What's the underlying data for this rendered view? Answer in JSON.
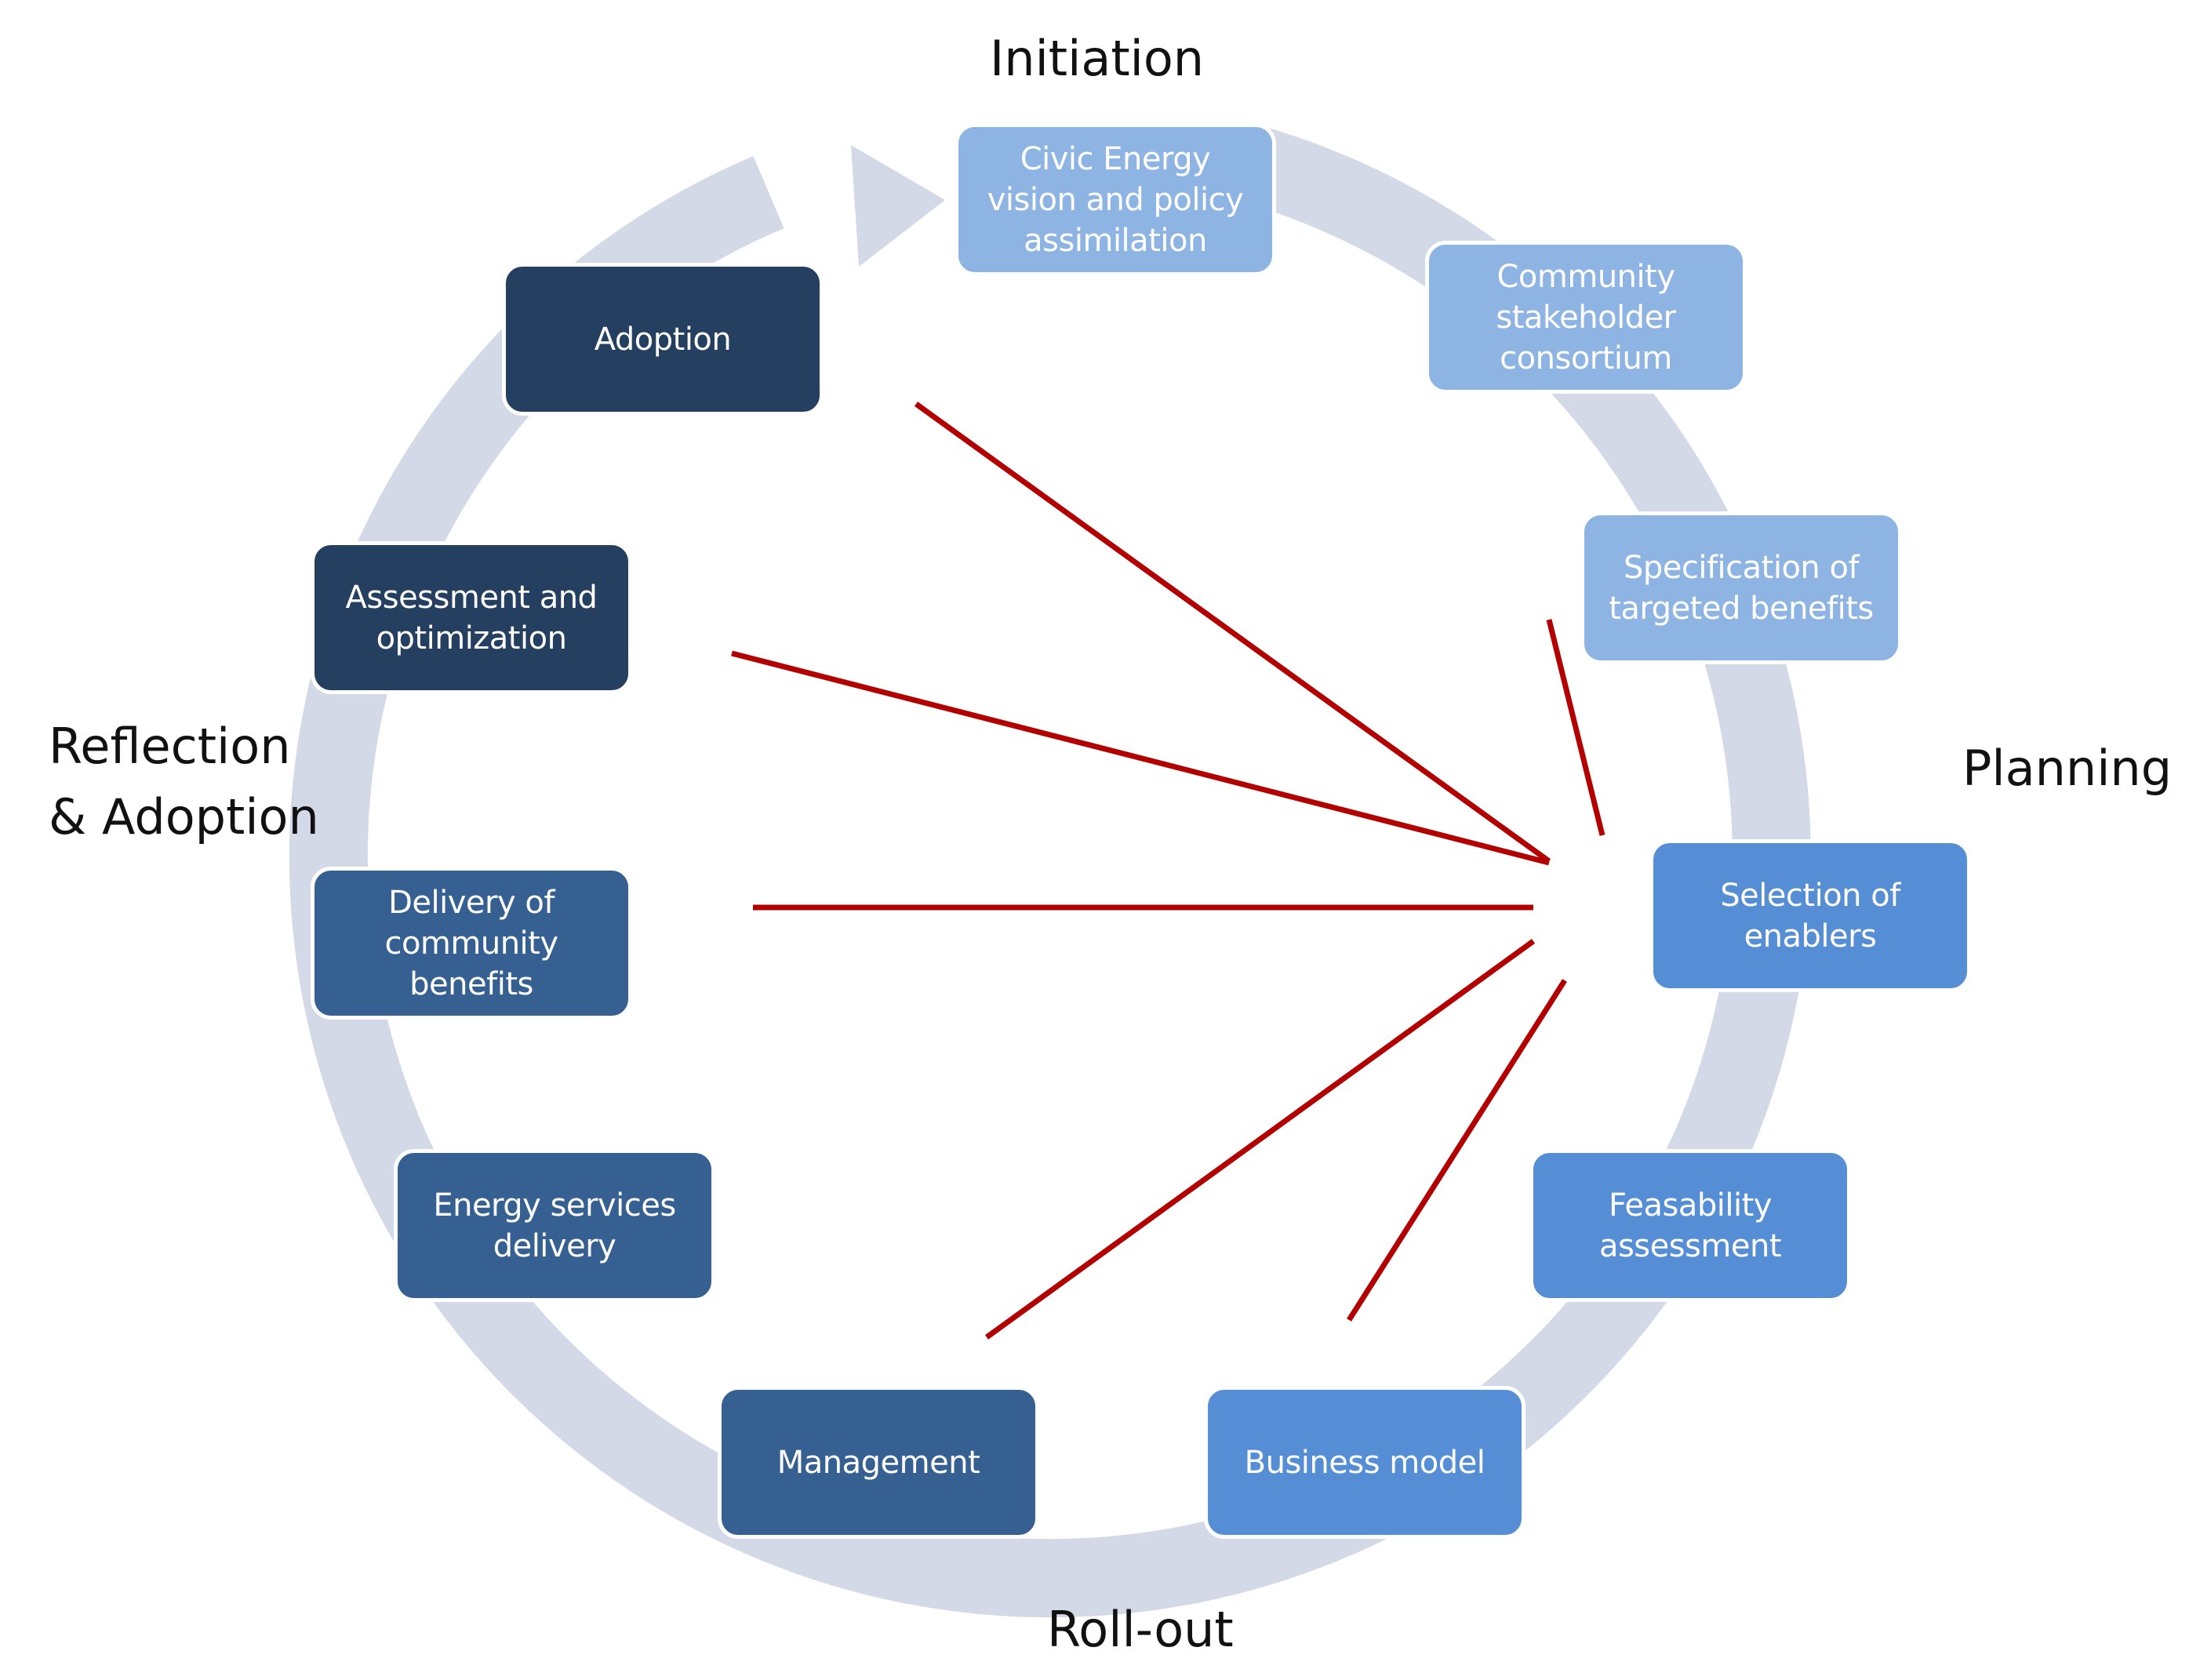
{
  "phases": {
    "initiation": "Initiation",
    "planning": "Planning",
    "rollout": "Roll-out",
    "reflection": "Reflection\n& Adoption"
  },
  "steps": [
    {
      "id": "civic-energy-vision",
      "label": "Civic Energy vision and policy assimilation",
      "color": "#8db4e2"
    },
    {
      "id": "community-stakeholder-consortium",
      "label": "Community stakeholder consortium",
      "color": "#8db4e2"
    },
    {
      "id": "specification-of-targeted-benefits",
      "label": "Specification of targeted benefits",
      "color": "#8db4e2"
    },
    {
      "id": "selection-of-enablers",
      "label": "Selection of enablers",
      "color": "#558ed5"
    },
    {
      "id": "feasability-assessment",
      "label": "Feasability assessment",
      "color": "#558ed5"
    },
    {
      "id": "business-model",
      "label": "Business model",
      "color": "#558ed5"
    },
    {
      "id": "management",
      "label": "Management",
      "color": "#366092"
    },
    {
      "id": "energy-services-delivery",
      "label": "Energy services delivery",
      "color": "#366092"
    },
    {
      "id": "delivery-of-community-benefits",
      "label": "Delivery of community benefits",
      "color": "#366092"
    },
    {
      "id": "assessment-and-optimization",
      "label": "Assessment and optimization",
      "color": "#243f60"
    },
    {
      "id": "adoption",
      "label": "Adoption",
      "color": "#243f60"
    }
  ],
  "colors": {
    "ring": "#d3d9e6",
    "connector": "#b30000"
  }
}
